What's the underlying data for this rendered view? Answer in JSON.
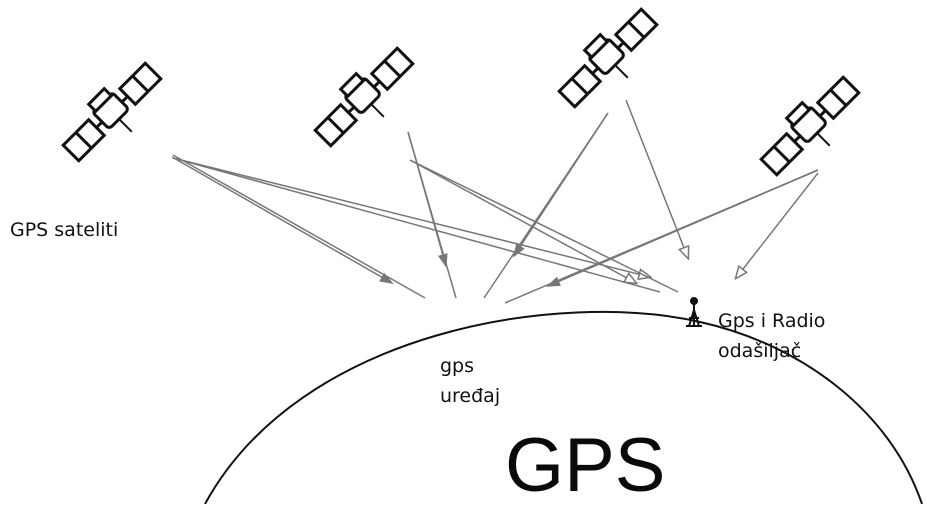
{
  "labels": {
    "satellites": "GPS sateliti",
    "device_line1": "gps",
    "device_line2": "uređaj",
    "station_line1": "Gps i Radio",
    "station_line2": "odašiljač",
    "title": "GPS"
  },
  "colors": {
    "line": "#777777",
    "ink": "#111111"
  },
  "icons": [
    "satellite-icon",
    "satellite-icon",
    "satellite-icon",
    "satellite-icon",
    "radio-tower-icon"
  ]
}
